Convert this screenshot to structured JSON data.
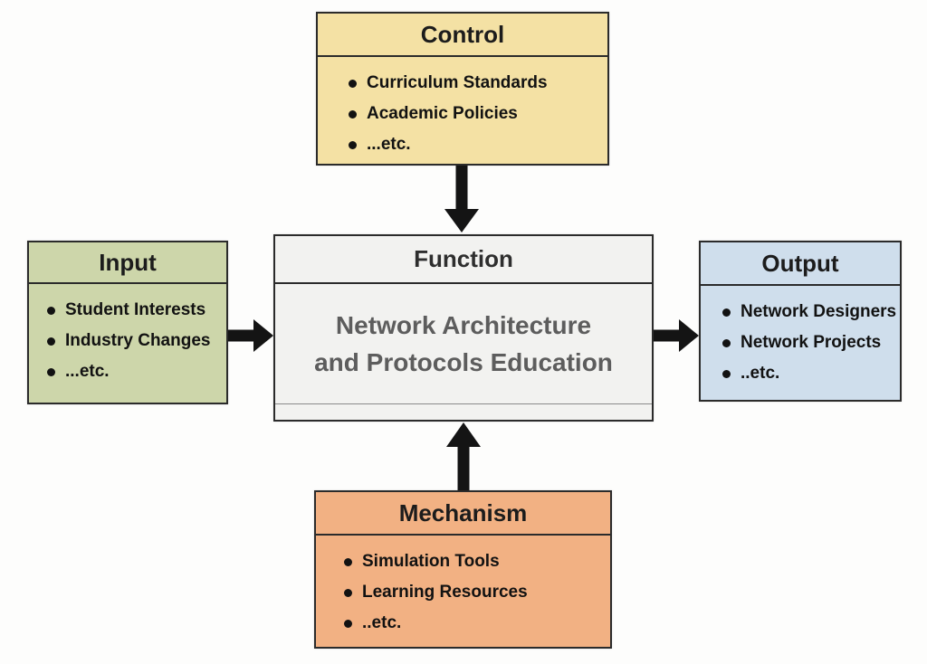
{
  "diagram": {
    "boxes": {
      "control": {
        "title": "Control",
        "items": [
          "Curriculum Standards",
          "Academic Policies",
          "...etc."
        ]
      },
      "input": {
        "title": "Input",
        "items": [
          "Student Interests",
          "Industry Changes",
          "...etc."
        ]
      },
      "function": {
        "title": "Function",
        "body_line1": "Network Architecture",
        "body_line2": "and Protocols Education"
      },
      "output": {
        "title": "Output",
        "items": [
          "Network Designers",
          "Network Projects",
          "..etc."
        ]
      },
      "mechanism": {
        "title": "Mechanism",
        "items": [
          "Simulation Tools",
          "Learning Resources",
          "..etc."
        ]
      }
    },
    "colors": {
      "control_bg": "#f4e1a4",
      "input_bg": "#cdd6aa",
      "function_bg": "#f2f2f0",
      "output_bg": "#cfdeec",
      "mechanism_bg": "#f2b183",
      "border": "#2b2b2b",
      "arrow": "#141414",
      "function_text": "#5d5d5d",
      "header_text": "#1c1c1c"
    }
  }
}
